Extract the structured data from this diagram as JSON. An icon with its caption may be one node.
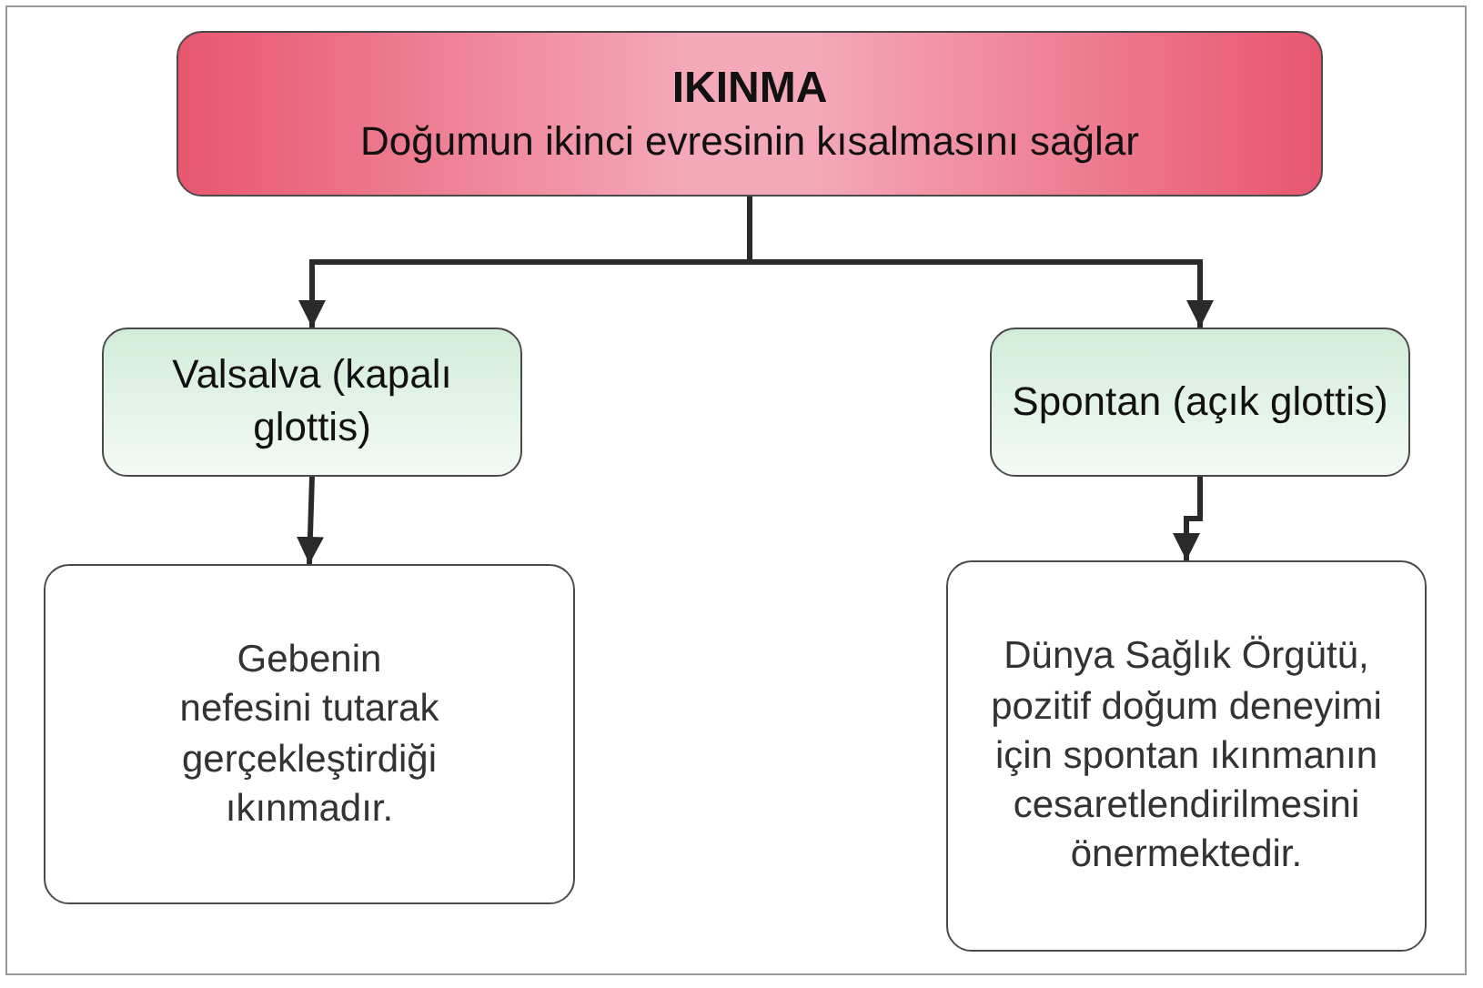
{
  "diagram": {
    "nodes": [
      {
        "text": [
          "IKINMA",
          "Doğumun ikinci evresinin kısalmasını sağlar"
        ]
      },
      {
        "text": [
          "Valsalva (kapalı glottis)"
        ]
      },
      {
        "text": [
          "Spontan (açık glottis)"
        ]
      },
      {
        "text": [
          "Gebenin nefesini tutarak gerçekleştirdiği ıkınmadır."
        ]
      },
      {
        "text": [
          "Dünya Sağlık Örgütü, pozitif doğum deneyimi için spontan ıkınmanın cesaretlendirilmesini önermektedir."
        ]
      }
    ],
    "edges": [
      {
        "from": 0,
        "to": 1,
        "arrow": "to"
      },
      {
        "from": 0,
        "to": 2,
        "arrow": "to"
      },
      {
        "from": 1,
        "to": 3,
        "arrow": "to"
      },
      {
        "from": 2,
        "to": 4,
        "arrow": "to"
      }
    ]
  }
}
